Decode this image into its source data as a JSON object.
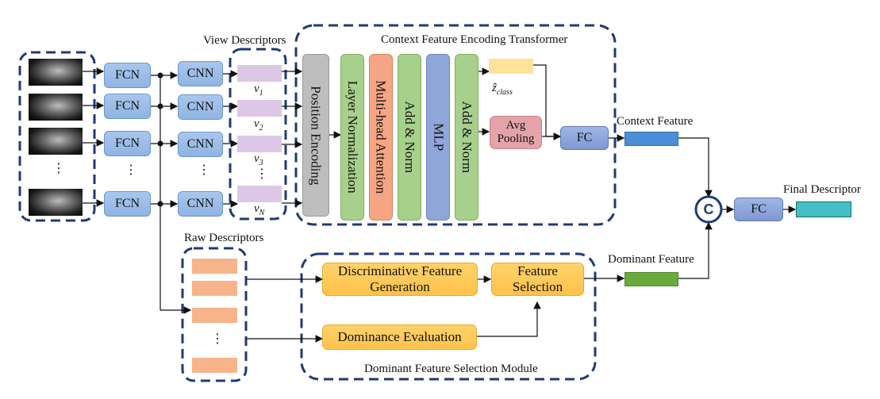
{
  "groups": {
    "view_descriptors": "View Descriptors",
    "transformer_title": "Context Feature Encoding Transformer",
    "raw_descriptors": "Raw Descriptors",
    "selection_module": "Dominant Feature Selection Module"
  },
  "blocks": {
    "fcn": "FCN",
    "cnn": "CNN",
    "position_encoding": "Position Encoding",
    "layer_norm": "Layer Normalization",
    "multi_head": "Multi-head Attention",
    "add_norm": "Add & Norm",
    "mlp": "MLP",
    "avg_pooling": "Avg Pooling",
    "fc": "FC",
    "discriminative": "Discriminative Feature Generation",
    "feature_selection": "Feature Selection",
    "dominance": "Dominance Evaluation",
    "concat": "C"
  },
  "labels": {
    "z_class": "ẑ",
    "z_class_sub": "class",
    "context_feature": "Context Feature",
    "dominant_feature": "Dominant Feature",
    "final_descriptor": "Final Descriptor",
    "ellipsis": "⋮"
  },
  "view_labels": [
    {
      "v": "v",
      "sub": "1"
    },
    {
      "v": "v",
      "sub": "2"
    },
    {
      "v": "v",
      "sub": "3"
    },
    {
      "v": "v",
      "sub": "N"
    }
  ],
  "colors": {
    "dashed_border": "#1f3b73",
    "context_feature_bar": "#4a8fd6",
    "dominant_feature_bar": "#6aaa3c",
    "final_descriptor_bar": "#44bfc4",
    "view_descriptor_bar": "#dcc8e6",
    "raw_descriptor_bar": "#f7b48a",
    "z_class_bar": "#ffe39a"
  }
}
